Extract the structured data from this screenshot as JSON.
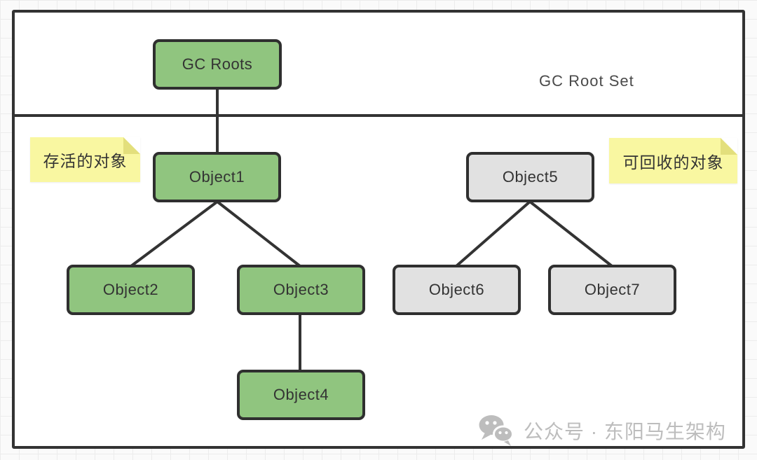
{
  "diagram": {
    "section_label": "GC Root Set",
    "nodes": {
      "gc_roots": {
        "label": "GC Roots",
        "status": "root"
      },
      "object1": {
        "label": "Object1",
        "status": "live"
      },
      "object2": {
        "label": "Object2",
        "status": "live"
      },
      "object3": {
        "label": "Object3",
        "status": "live"
      },
      "object4": {
        "label": "Object4",
        "status": "live"
      },
      "object5": {
        "label": "Object5",
        "status": "collectable"
      },
      "object6": {
        "label": "Object6",
        "status": "collectable"
      },
      "object7": {
        "label": "Object7",
        "status": "collectable"
      }
    },
    "edges": [
      {
        "from": "GC Roots",
        "to": "Object1"
      },
      {
        "from": "Object1",
        "to": "Object2"
      },
      {
        "from": "Object1",
        "to": "Object3"
      },
      {
        "from": "Object3",
        "to": "Object4"
      },
      {
        "from": "Object5",
        "to": "Object6"
      },
      {
        "from": "Object5",
        "to": "Object7"
      }
    ],
    "notes": {
      "live": "存活的对象",
      "collectable": "可回收的对象"
    },
    "colors": {
      "live_fill": "#90c57f",
      "collectable_fill": "#e1e1e1",
      "stroke": "#333333",
      "note_fill": "#f9f7a1",
      "note_fold": "#e3df7c"
    }
  },
  "watermark": {
    "icon": "wechat-icon",
    "text": "公众号 · 东阳马生架构"
  }
}
